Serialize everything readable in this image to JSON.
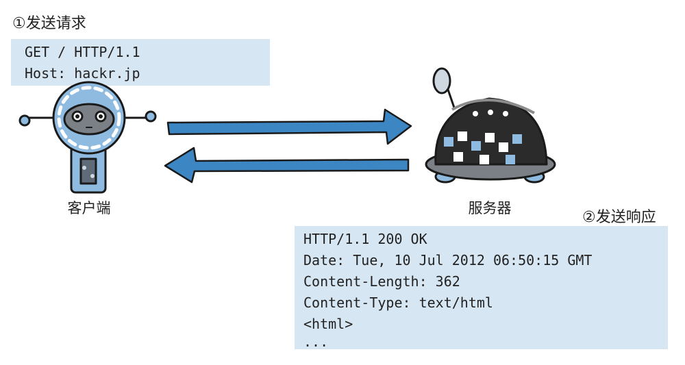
{
  "step1": {
    "label": "①发送请求"
  },
  "request": {
    "lines": [
      "GET / HTTP/1.1",
      "Host: hackr.jp"
    ]
  },
  "client": {
    "label": "客户端"
  },
  "server": {
    "label": "服务器"
  },
  "step2": {
    "label": "②发送响应"
  },
  "response": {
    "lines": [
      "HTTP/1.1 200 OK",
      "Date: Tue, 10 Jul 2012 06:50:15 GMT",
      "Content-Length: 362",
      "Content-Type: text/html",
      "<html>",
      "..."
    ]
  },
  "colors": {
    "box_bg": "#d6e6f2",
    "arrow": "#3c86c4",
    "outline": "#1a1a1a",
    "robot_body": "#8fbbe0",
    "server_shell": "#2b2b2b"
  },
  "icons": [
    "client-robot-icon",
    "server-robot-icon",
    "request-arrow-icon",
    "response-arrow-icon"
  ]
}
